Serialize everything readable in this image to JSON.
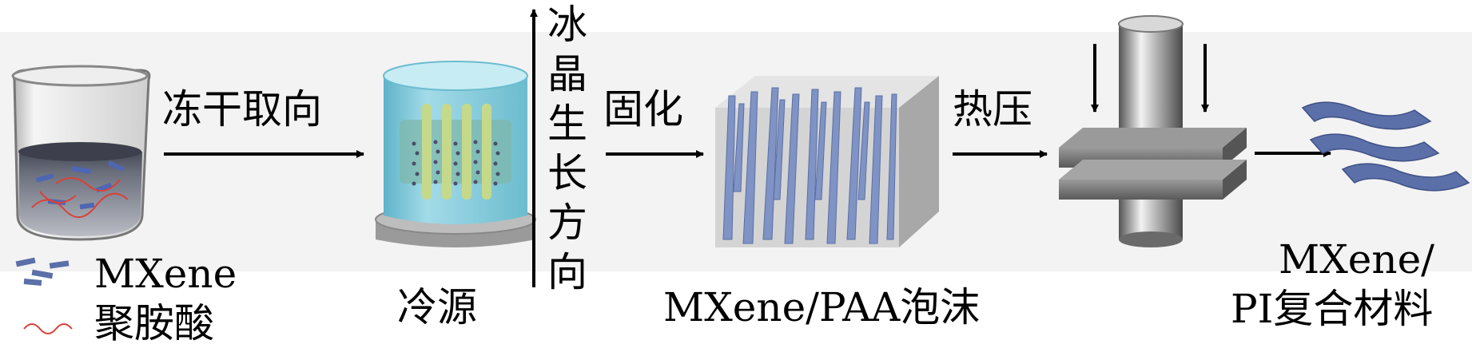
{
  "steps": {
    "freeze_dry": "冻干取向",
    "cure": "固化",
    "hot_press": "热压"
  },
  "ice_growth": [
    "冰",
    "晶",
    "生",
    "长",
    "方",
    "向"
  ],
  "legend": {
    "mxene": "MXene",
    "polyamic_acid": "聚胺酸"
  },
  "labels": {
    "cold_source": "冷源",
    "foam": "MXene/PAA泡沫",
    "composite_line1": "MXene/",
    "composite_line2": "PI复合材料"
  },
  "colors": {
    "mxene_flake": "#5b6fa8",
    "polymer": "#d9413a",
    "cold_source_fill": "#7fc7d8",
    "press_plate": "#6f6f6f",
    "foam_fill": "#c9c9c9"
  }
}
